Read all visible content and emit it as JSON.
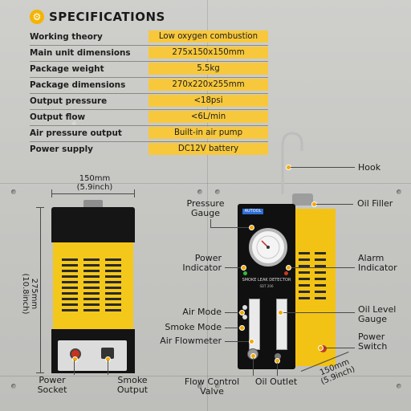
{
  "specs": {
    "title": "SPECIFICATIONS",
    "rows": [
      {
        "label": "Working theory",
        "value": "Low oxygen combustion"
      },
      {
        "label": "Main unit dimensions",
        "value": "275x150x150mm"
      },
      {
        "label": "Package weight",
        "value": "5.5kg"
      },
      {
        "label": "Package dimensions",
        "value": "270x220x255mm"
      },
      {
        "label": "Output pressure",
        "value": "<18psi"
      },
      {
        "label": "Output flow",
        "value": "<6L/min"
      },
      {
        "label": "Air pressure output",
        "value": "Built-in air pump"
      },
      {
        "label": "Power supply",
        "value": "DC12V battery"
      }
    ]
  },
  "dimensions": {
    "width_mm": "150mm",
    "width_inch": "(5.9inch)",
    "height_mm": "275mm",
    "height_inch": "(10.8inch)",
    "depth_mm": "150mm",
    "depth_inch": "(5.9inch)"
  },
  "device_text": {
    "brand": "AUTOOL",
    "model_title": "SMOKE LEAK DETECTOR",
    "model_number": "SDT 206"
  },
  "callouts": {
    "hook": "Hook",
    "oil_filler": "Oil Filler",
    "pressure_gauge": "Pressure\nGauge",
    "power_indicator": "Power\nIndicator",
    "alarm_indicator": "Alarm\nIndicator",
    "air_mode": "Air Mode",
    "oil_level_gauge": "Oil Level\nGauge",
    "smoke_mode": "Smoke Mode",
    "air_flowmeter": "Air Flowmeter",
    "power_switch": "Power\nSwitch",
    "power_socket": "Power\nSocket",
    "smoke_output": "Smoke\nOutput",
    "flow_control_valve": "Flow Control\nValve",
    "oil_outlet": "Oil Outlet"
  },
  "colors": {
    "accent": "#f4b400",
    "body_yellow": "#f4c81b"
  }
}
